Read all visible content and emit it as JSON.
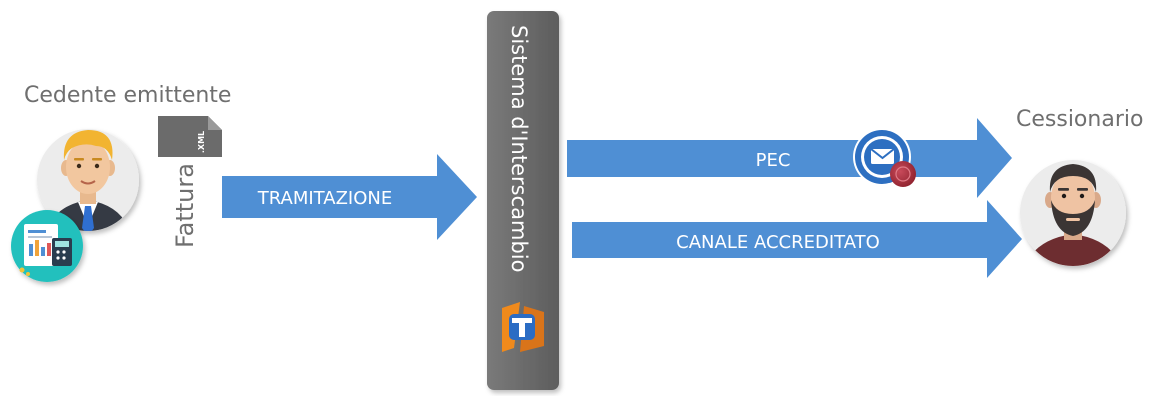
{
  "sender": {
    "label": "Cedente emittente"
  },
  "document": {
    "label": "Fattura",
    "badge": ".XML"
  },
  "flows": {
    "tramitazione": "TRAMITAZIONE",
    "pec": "PEC",
    "canale": "CANALE ACCREDITATO"
  },
  "system": {
    "label": "Sistema d'Interscambio"
  },
  "receiver": {
    "label": "Cessionario"
  },
  "colors": {
    "arrow_blue": "#4f8fd4",
    "system_bar": "#6b6b6b",
    "avatar_bg": "#ececec",
    "teal_badge": "#21c0bd"
  }
}
